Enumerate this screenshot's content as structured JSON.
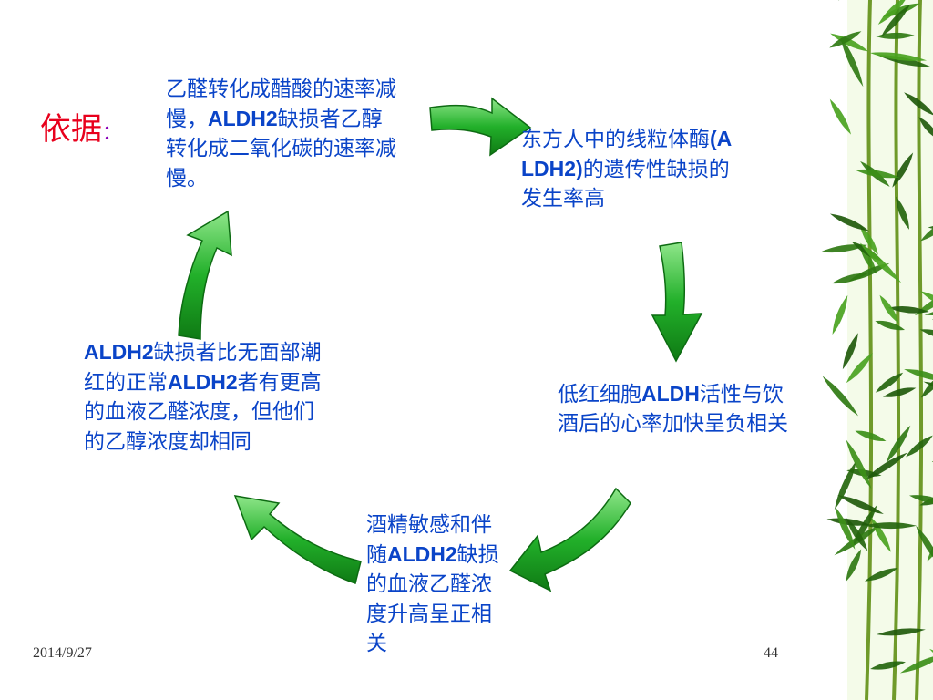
{
  "heading": {
    "text": "依据",
    "colon": "："
  },
  "nodes": [
    {
      "id": "n1",
      "segments": [
        {
          "t": "乙醛转化成醋酸的速率减慢，"
        },
        {
          "t": "ALDH2",
          "b": true
        },
        {
          "t": "缺损者乙醇转化成二氧化碳的速率减慢。"
        }
      ]
    },
    {
      "id": "n2",
      "segments": [
        {
          "t": "东方人中的线粒体酶"
        },
        {
          "t": "(ALDH2)",
          "b": true
        },
        {
          "t": "的遗传性缺损的发生率高"
        }
      ]
    },
    {
      "id": "n3",
      "segments": [
        {
          "t": "低红细胞"
        },
        {
          "t": "ALDH",
          "b": true
        },
        {
          "t": "活性与饮酒后的心率加快呈负相关"
        }
      ]
    },
    {
      "id": "n4",
      "segments": [
        {
          "t": "酒精敏感和伴随"
        },
        {
          "t": "ALDH2",
          "b": true
        },
        {
          "t": "缺损的血液乙醛浓度升高呈正相关"
        }
      ]
    },
    {
      "id": "n5",
      "segments": [
        {
          "t": "ALDH2",
          "b": true
        },
        {
          "t": "缺损者比无面部潮红的正常"
        },
        {
          "t": "ALDH2",
          "b": true
        },
        {
          "t": "者有更高的血液乙醛浓度，但他们的乙醇浓度却相同"
        }
      ]
    }
  ],
  "footer": {
    "date": "2014/9/27",
    "page_number": "44"
  },
  "colors": {
    "text_blue": "#0a44c8",
    "heading_red": "#e8001c",
    "arrow_green": "#22b02a",
    "bamboo": "#2f7a12"
  },
  "icons": [
    "curved-arrow-icon",
    "bamboo-decoration"
  ]
}
